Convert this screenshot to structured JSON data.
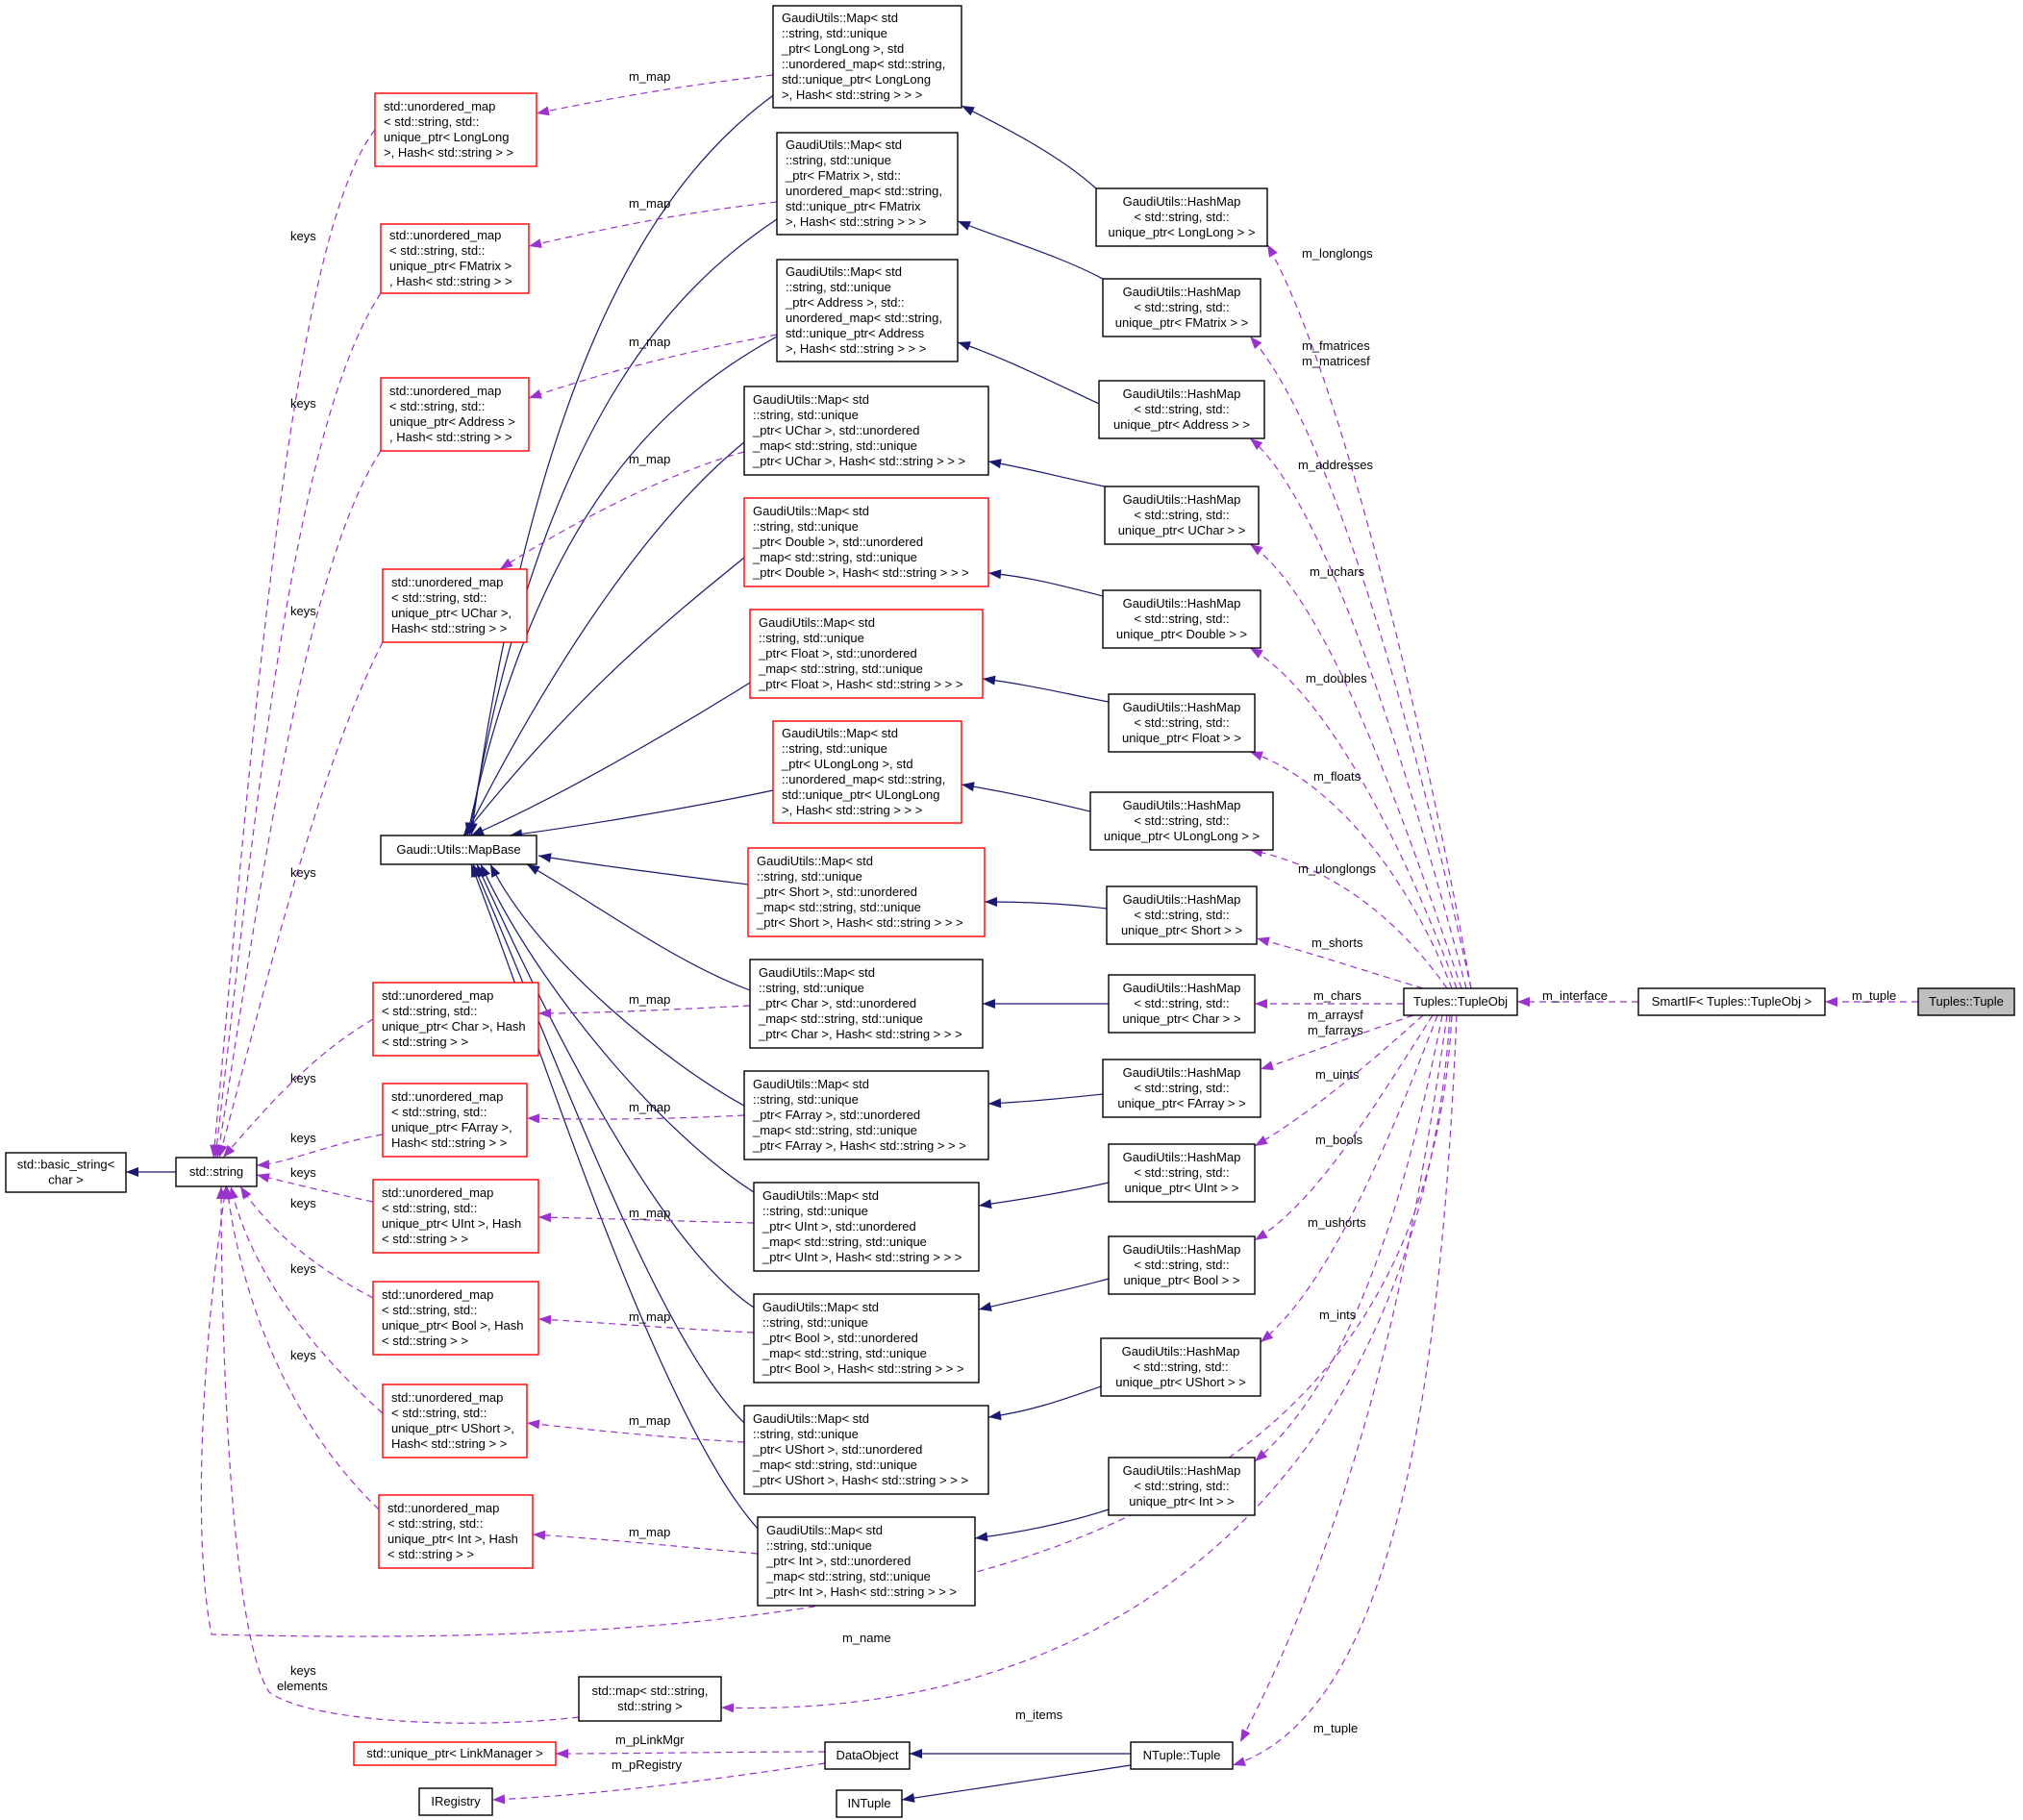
{
  "nodes": {
    "tuples_tuple": [
      "Tuples::Tuple"
    ],
    "smartif": [
      "SmartIF< Tuples::TupleObj >"
    ],
    "tupleobj": [
      "Tuples::TupleObj"
    ],
    "basic_string": [
      "std::basic_string<",
      "char >"
    ],
    "std_string": [
      "std::string"
    ],
    "mapbase": [
      "Gaudi::Utils::MapBase"
    ],
    "um_longlong": [
      "std::unordered_map",
      "< std::string, std::",
      "unique_ptr< LongLong",
      " >, Hash< std::string > >"
    ],
    "um_fmatrix": [
      "std::unordered_map",
      "< std::string, std::",
      "unique_ptr< FMatrix >",
      ", Hash< std::string > >"
    ],
    "um_address": [
      "std::unordered_map",
      "< std::string, std::",
      "unique_ptr< Address >",
      ", Hash< std::string > >"
    ],
    "um_uchar": [
      "std::unordered_map",
      "< std::string, std::",
      "unique_ptr< UChar >,",
      " Hash< std::string > >"
    ],
    "um_char": [
      "std::unordered_map",
      "< std::string, std::",
      "unique_ptr< Char >, Hash",
      "< std::string > >"
    ],
    "um_farray": [
      "std::unordered_map",
      "< std::string, std::",
      "unique_ptr< FArray >,",
      " Hash< std::string > >"
    ],
    "um_uint": [
      "std::unordered_map",
      "< std::string, std::",
      "unique_ptr< UInt >, Hash",
      "< std::string > >"
    ],
    "um_bool": [
      "std::unordered_map",
      "< std::string, std::",
      "unique_ptr< Bool >, Hash",
      "< std::string > >"
    ],
    "um_ushort": [
      "std::unordered_map",
      "< std::string, std::",
      "unique_ptr< UShort >,",
      " Hash< std::string > >"
    ],
    "um_int": [
      "std::unordered_map",
      "< std::string, std::",
      "unique_ptr< Int >, Hash",
      "< std::string > >"
    ],
    "map_longlong": [
      "GaudiUtils::Map< std",
      "::string, std::unique",
      "_ptr< LongLong >, std",
      "::unordered_map< std::string,",
      " std::unique_ptr< LongLong",
      " >, Hash< std::string > > >"
    ],
    "map_fmatrix": [
      "GaudiUtils::Map< std",
      "::string, std::unique",
      "_ptr< FMatrix >, std::",
      "unordered_map< std::string,",
      " std::unique_ptr< FMatrix",
      " >, Hash< std::string > > >"
    ],
    "map_address": [
      "GaudiUtils::Map< std",
      "::string, std::unique",
      "_ptr< Address >, std::",
      "unordered_map< std::string,",
      " std::unique_ptr< Address",
      " >, Hash< std::string > > >"
    ],
    "map_uchar": [
      "GaudiUtils::Map< std",
      "::string, std::unique",
      "_ptr< UChar >, std::unordered",
      "_map< std::string, std::unique",
      "_ptr< UChar >, Hash< std::string > > >"
    ],
    "map_double": [
      "GaudiUtils::Map< std",
      "::string, std::unique",
      "_ptr< Double >, std::unordered",
      "_map< std::string, std::unique",
      "_ptr< Double >, Hash< std::string > > >"
    ],
    "map_float": [
      "GaudiUtils::Map< std",
      "::string, std::unique",
      "_ptr< Float >, std::unordered",
      "_map< std::string, std::unique",
      "_ptr< Float >, Hash< std::string > > >"
    ],
    "map_ulonglong": [
      "GaudiUtils::Map< std",
      "::string, std::unique",
      "_ptr< ULongLong >, std",
      "::unordered_map< std::string,",
      " std::unique_ptr< ULongLong",
      " >, Hash< std::string > > >"
    ],
    "map_short": [
      "GaudiUtils::Map< std",
      "::string, std::unique",
      "_ptr< Short >, std::unordered",
      "_map< std::string, std::unique",
      "_ptr< Short >, Hash< std::string > > >"
    ],
    "map_char": [
      "GaudiUtils::Map< std",
      "::string, std::unique",
      "_ptr< Char >, std::unordered",
      "_map< std::string, std::unique",
      "_ptr< Char >, Hash< std::string > > >"
    ],
    "map_farray": [
      "GaudiUtils::Map< std",
      "::string, std::unique",
      "_ptr< FArray >, std::unordered",
      "_map< std::string, std::unique",
      "_ptr< FArray >, Hash< std::string > > >"
    ],
    "map_uint": [
      "GaudiUtils::Map< std",
      "::string, std::unique",
      "_ptr< UInt >, std::unordered",
      "_map< std::string, std::unique",
      "_ptr< UInt >, Hash< std::string > > >"
    ],
    "map_bool": [
      "GaudiUtils::Map< std",
      "::string, std::unique",
      "_ptr< Bool >, std::unordered",
      "_map< std::string, std::unique",
      "_ptr< Bool >, Hash< std::string > > >"
    ],
    "map_ushort": [
      "GaudiUtils::Map< std",
      "::string, std::unique",
      "_ptr< UShort >, std::unordered",
      "_map< std::string, std::unique",
      "_ptr< UShort >, Hash< std::string > > >"
    ],
    "map_int": [
      "GaudiUtils::Map< std",
      "::string, std::unique",
      "_ptr< Int >, std::unordered",
      "_map< std::string, std::unique",
      "_ptr< Int >, Hash< std::string > > >"
    ],
    "hm_longlong": [
      "GaudiUtils::HashMap",
      "< std::string, std::",
      "unique_ptr< LongLong > >"
    ],
    "hm_fmatrix": [
      "GaudiUtils::HashMap",
      "< std::string, std::",
      "unique_ptr< FMatrix > >"
    ],
    "hm_address": [
      "GaudiUtils::HashMap",
      "< std::string, std::",
      "unique_ptr< Address > >"
    ],
    "hm_uchar": [
      "GaudiUtils::HashMap",
      "< std::string, std::",
      "unique_ptr< UChar > >"
    ],
    "hm_double": [
      "GaudiUtils::HashMap",
      "< std::string, std::",
      "unique_ptr< Double > >"
    ],
    "hm_float": [
      "GaudiUtils::HashMap",
      "< std::string, std::",
      "unique_ptr< Float > >"
    ],
    "hm_ulonglong": [
      "GaudiUtils::HashMap",
      "< std::string, std::",
      "unique_ptr< ULongLong > >"
    ],
    "hm_short": [
      "GaudiUtils::HashMap",
      "< std::string, std::",
      "unique_ptr< Short > >"
    ],
    "hm_char": [
      "GaudiUtils::HashMap",
      "< std::string, std::",
      "unique_ptr< Char > >"
    ],
    "hm_farray": [
      "GaudiUtils::HashMap",
      "< std::string, std::",
      "unique_ptr< FArray > >"
    ],
    "hm_uint": [
      "GaudiUtils::HashMap",
      "< std::string, std::",
      "unique_ptr< UInt > >"
    ],
    "hm_bool": [
      "GaudiUtils::HashMap",
      "< std::string, std::",
      "unique_ptr< Bool > >"
    ],
    "hm_ushort": [
      "GaudiUtils::HashMap",
      "< std::string, std::",
      "unique_ptr< UShort > >"
    ],
    "hm_int": [
      "GaudiUtils::HashMap",
      "< std::string, std::",
      "unique_ptr< Int > >"
    ],
    "std_map": [
      "std::map< std::string,",
      " std::string >"
    ],
    "unique_linkmgr": [
      "std::unique_ptr< LinkManager >"
    ],
    "iregistry": [
      "IRegistry"
    ],
    "dataobject": [
      "DataObject"
    ],
    "ntuple_tuple": [
      "NTuple::Tuple"
    ],
    "intuple": [
      "INTuple"
    ]
  },
  "edge_labels": {
    "m_tuple_top": "m_tuple",
    "m_interface": "m_interface",
    "m_longlongs": "m_longlongs",
    "m_fmatrices": "m_fmatrices",
    "m_matricesf": "m_matricesf",
    "m_addresses": "m_addresses",
    "m_uchars": "m_uchars",
    "m_doubles": "m_doubles",
    "m_floats": "m_floats",
    "m_ulonglongs": "m_ulonglongs",
    "m_shorts": "m_shorts",
    "m_chars": "m_chars",
    "m_arraysf": "m_arraysf",
    "m_farrays": "m_farrays",
    "m_uints": "m_uints",
    "m_bools": "m_bools",
    "m_ushorts": "m_ushorts",
    "m_ints": "m_ints",
    "m_map_1": "m_map",
    "m_map_2": "m_map",
    "m_map_3": "m_map",
    "m_map_4": "m_map",
    "m_map_5": "m_map",
    "m_map_6": "m_map",
    "m_map_7": "m_map",
    "m_map_8": "m_map",
    "m_map_9": "m_map",
    "m_map_10": "m_map",
    "keys_1": "keys",
    "keys_2": "keys",
    "keys_3": "keys",
    "keys_4": "keys",
    "keys_5": "keys",
    "keys_6": "keys",
    "keys_7": "keys",
    "keys_8": "keys",
    "keys_9": "keys",
    "keys_10": "keys",
    "keys_11": "keys",
    "elements": "elements",
    "m_name": "m_name",
    "m_items": "m_items",
    "m_tuple_bottom": "m_tuple",
    "m_plinkmgr": "m_pLinkMgr",
    "m_pregistry": "m_pRegistry"
  },
  "colors": {
    "inheritance_edge": "#191970",
    "usage_edge": "#9a32cd",
    "node_border": "#000000",
    "template_node_border": "#ff0000",
    "focus_node_fill": "#bfbfbf"
  }
}
